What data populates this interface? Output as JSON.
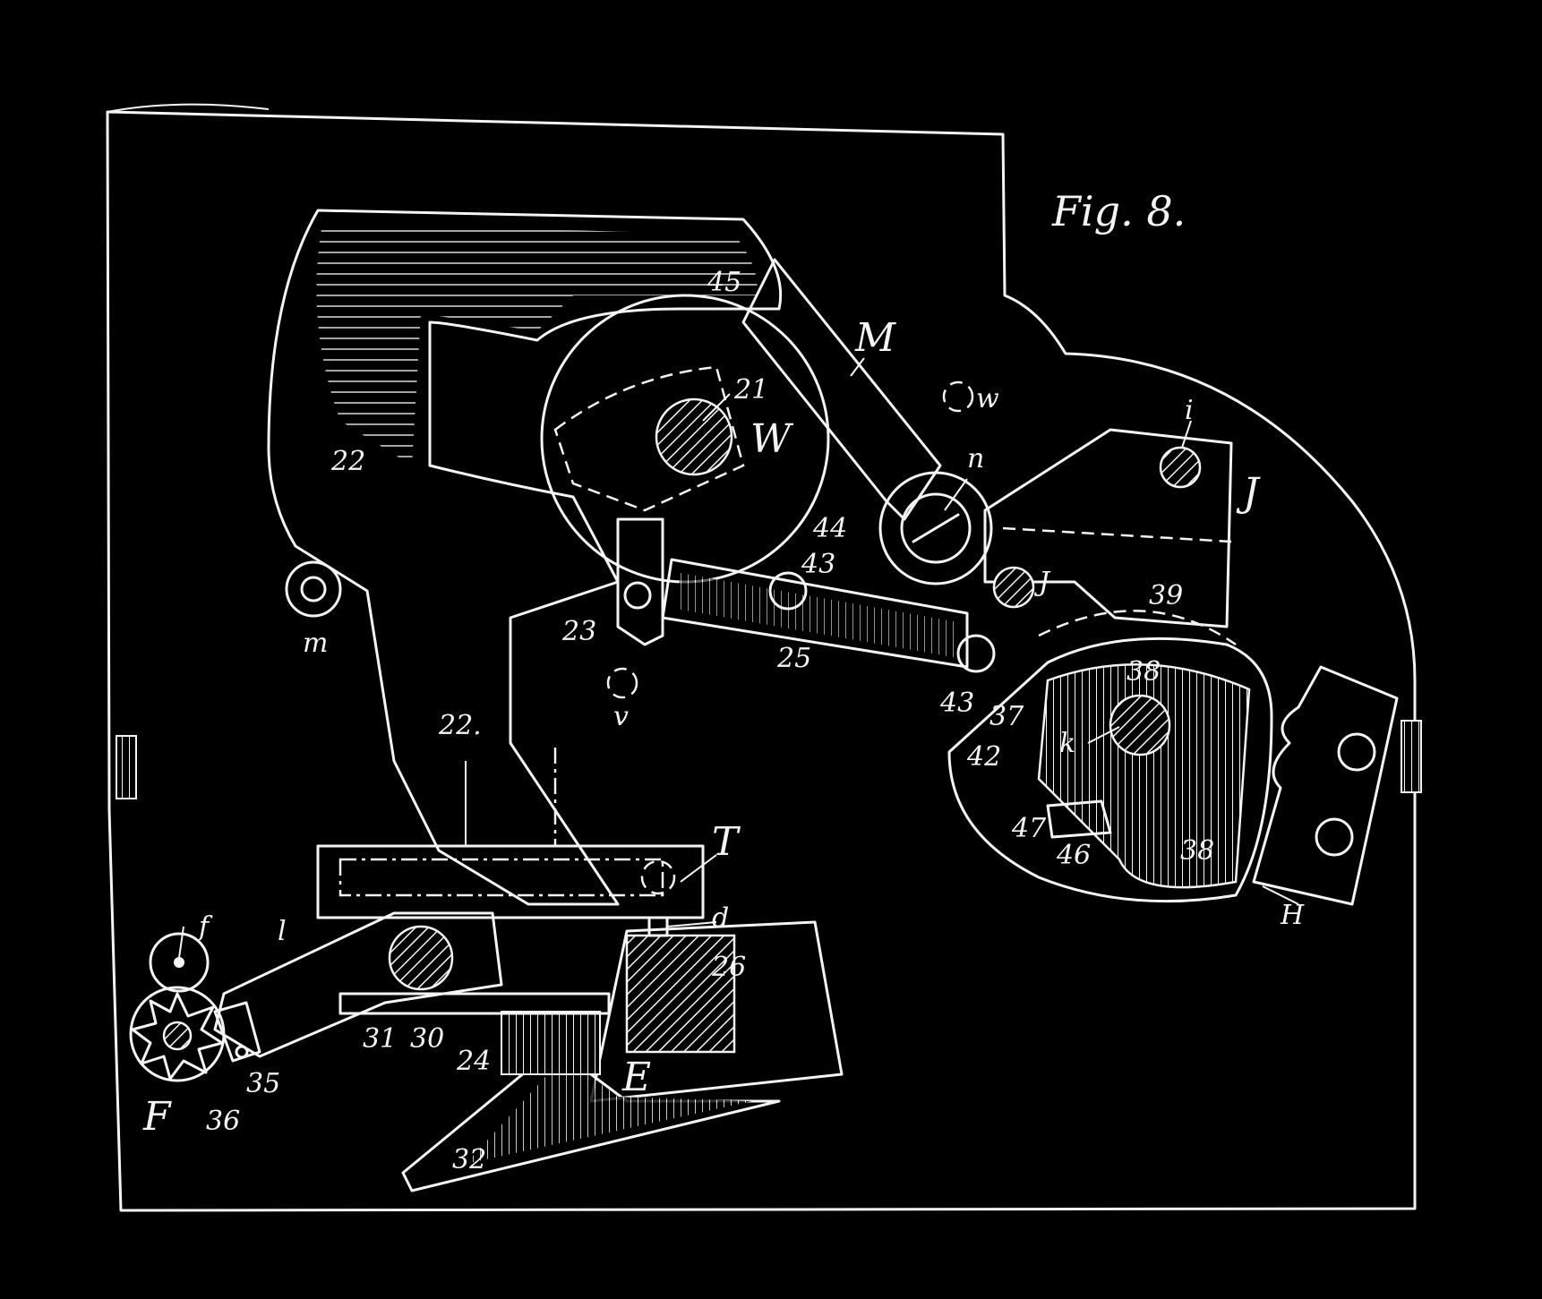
{
  "figure_title": "Fig. 8.",
  "labels": {
    "W": "W",
    "M": "M",
    "w": "w",
    "n": "n",
    "i": "i",
    "J_upper": "J",
    "J_lower": "J",
    "k": "k",
    "H": "H",
    "m": "m",
    "v": "v",
    "T": "T",
    "d": "d",
    "E": "E",
    "f": "f",
    "l": "l",
    "F": "F",
    "n21": "21",
    "n22a": "22",
    "n22b": "22.",
    "n23": "23",
    "n24": "24",
    "n25": "25",
    "n26": "26",
    "n30": "30",
    "n31": "31",
    "n32": "32",
    "n35": "35",
    "n36": "36",
    "n37": "37",
    "n38a": "38",
    "n38b": "38",
    "n39": "39",
    "n42": "42",
    "n43a": "43",
    "n43b": "43",
    "n44": "44",
    "n45": "45",
    "n46": "46",
    "n47": "47"
  },
  "colors": {
    "background": "#000000",
    "ink": "#f4f4f4"
  }
}
